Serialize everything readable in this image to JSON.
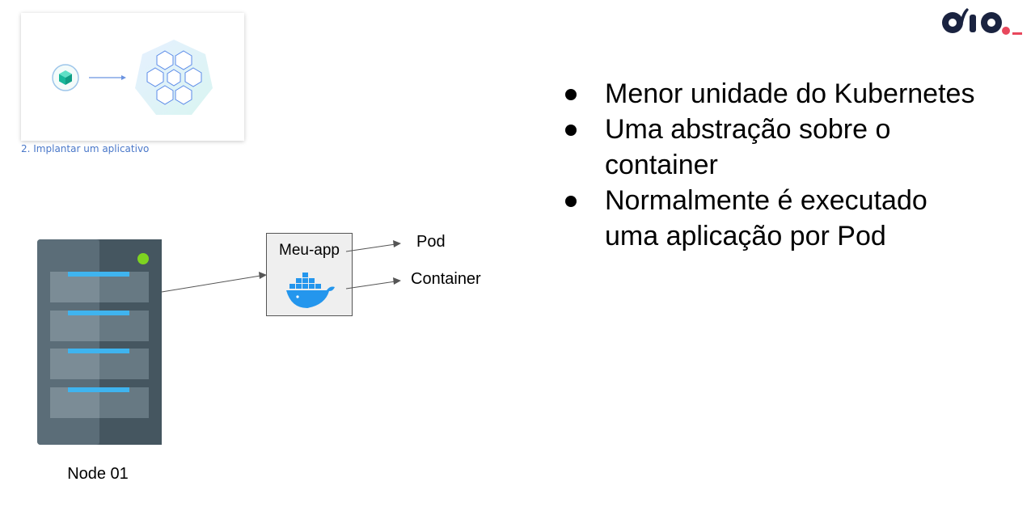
{
  "thumbnail": {
    "caption": "2. Implantar um aplicativo",
    "cube_color": "#1fc7a9",
    "cluster_color": "#2f6ee0"
  },
  "logo": {
    "icon": "dio-logo",
    "color": "#1a2340",
    "accent": "#e8475c"
  },
  "bullets": [
    "Menor unidade do Kubernetes",
    "Uma abstração sobre o container",
    "Normalmente é executado uma aplicação por Pod"
  ],
  "diagram": {
    "node_label": "Node 01",
    "pod_box_label": "Meu-app",
    "pod_label": "Pod",
    "container_label": "Container",
    "server_status_color": "#7ed321",
    "docker_color": "#2496ed"
  }
}
